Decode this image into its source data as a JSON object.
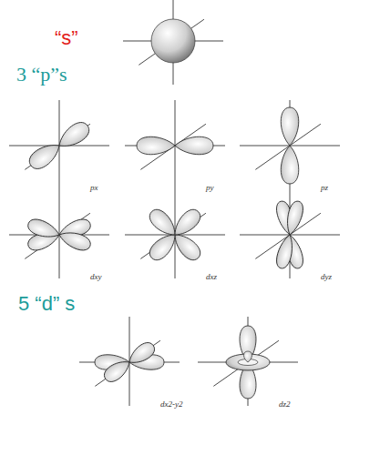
{
  "diagram": {
    "labels": [
      "“s”",
      "3 “p”s",
      "px",
      "py",
      "pz",
      "dxy",
      "dxz",
      "dyz",
      "5 “d” s",
      "dx2-y2",
      "dz2"
    ]
  }
}
